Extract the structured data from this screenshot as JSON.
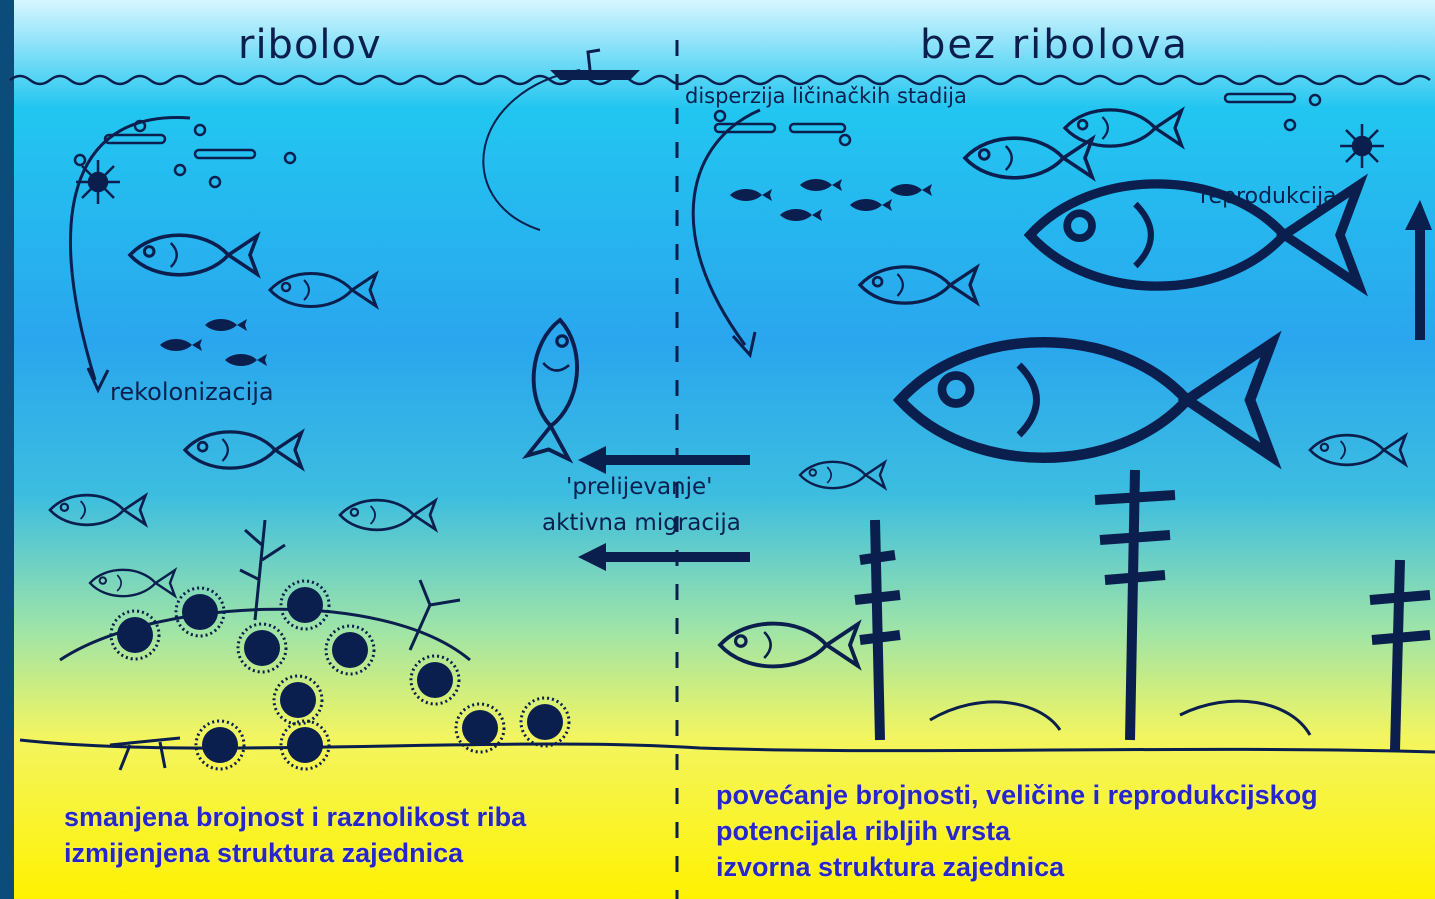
{
  "labels": {
    "left_title": "ribolov",
    "right_title": "bez ribolova",
    "dispersal": "disperzija ličinačkih stadija",
    "reproduction": "reprodukcija",
    "recolonization": "rekolonizacija",
    "spillover": "'prelijevanje'",
    "migration": "aktivna migracija"
  },
  "captions": {
    "left": [
      "smanjena brojnost i raznolikost riba",
      "izmijenjena struktura zajednica"
    ],
    "right": [
      "povećanje brojnosti, veličine i reprodukcijskog",
      "potencijala ribljih vrsta",
      "izvorna struktura zajednica"
    ]
  },
  "colors": {
    "sky_top": "#1cc8ee",
    "water_mid": "#2aa8f0",
    "seabed": "#fff200",
    "ink": "#0a1f4d",
    "caption_text": "#2727c9"
  }
}
